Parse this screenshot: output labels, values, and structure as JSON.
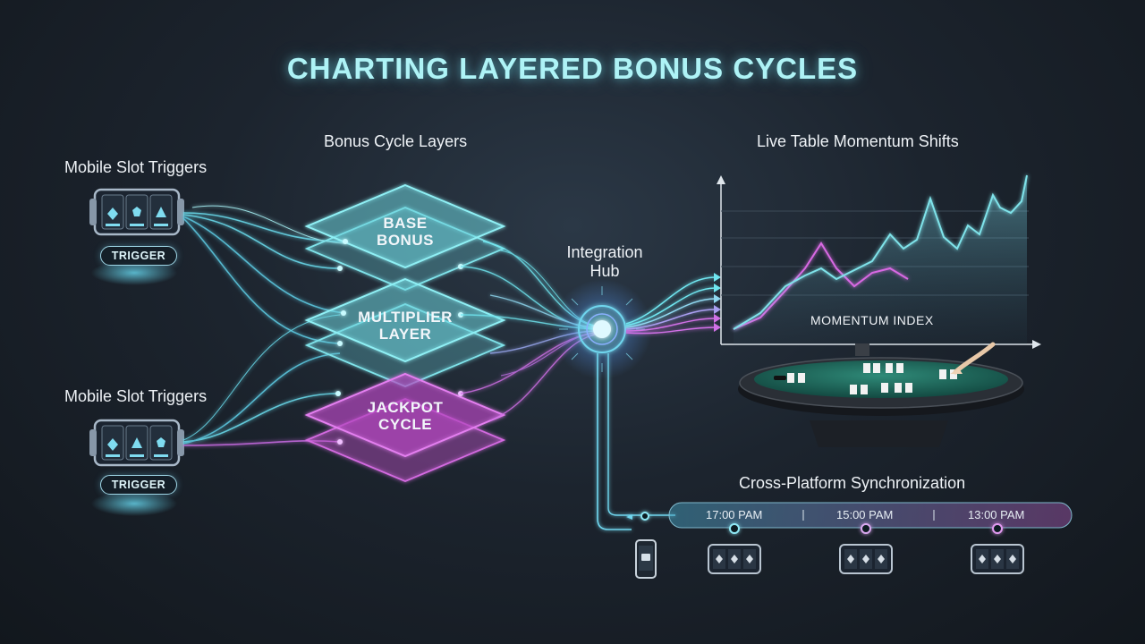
{
  "title": "CHARTING LAYERED BONUS CYCLES",
  "left": {
    "triggers": [
      {
        "label": "Mobile Slot Triggers",
        "button": "TRIGGER"
      },
      {
        "label": "Mobile Slot Triggers",
        "button": "TRIGGER"
      }
    ]
  },
  "layers": {
    "heading": "Bonus Cycle Layers",
    "items": [
      {
        "line1": "BASE",
        "line2": "BONUS",
        "color": "#7fe3ea"
      },
      {
        "line1": "MULTIPLIER",
        "line2": "LAYER",
        "color": "#7fe3ea"
      },
      {
        "line1": "JACKPOT",
        "line2": "CYCLE",
        "color": "#e07ae8"
      }
    ]
  },
  "hub": {
    "line1": "Integration",
    "line2": "Hub"
  },
  "momentum": {
    "heading": "Live Table Momentum Shifts",
    "caption": "MOMENTUM INDEX"
  },
  "sync": {
    "heading": "Cross-Platform Synchronization",
    "times": [
      "17:00 PAM",
      "15:00 PAM",
      "13:00 PAM"
    ]
  },
  "colors": {
    "cyan": "#6fe6f0",
    "magenta": "#e06ae8",
    "title": "#aef3f6"
  },
  "icons": [
    "slot-machine-icon",
    "smartphone-icon",
    "poker-table-icon",
    "hub-orb-icon"
  ]
}
